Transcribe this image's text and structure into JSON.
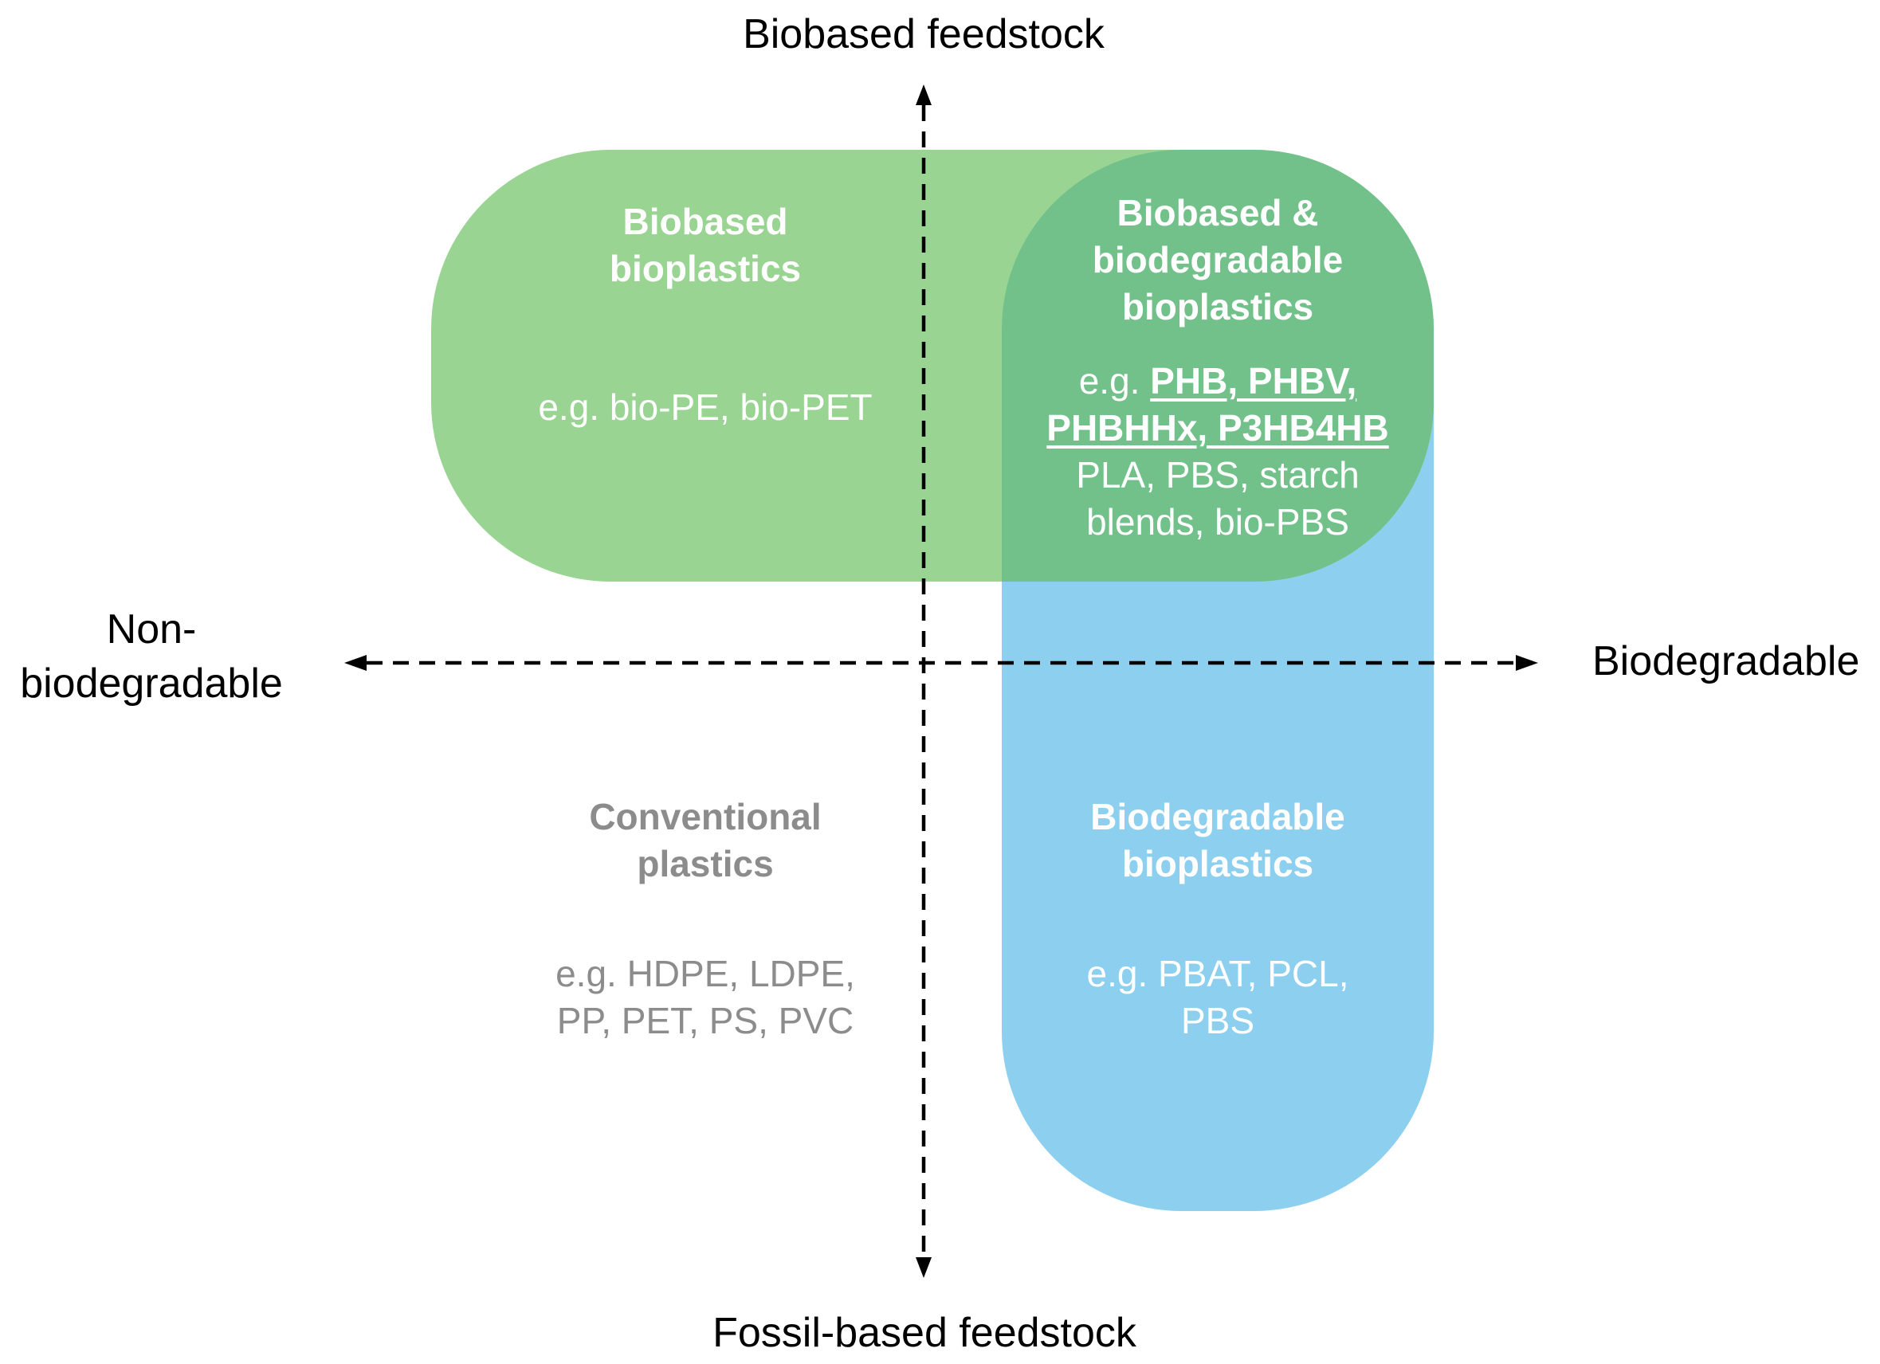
{
  "axes": {
    "top_label": "Biobased feedstock",
    "bottom_label": "Fossil-based feedstock",
    "left_label_line1": "Non-",
    "left_label_line2": "biodegradable",
    "right_label": "Biodegradable"
  },
  "regions": {
    "biobased": {
      "title_line1": "Biobased",
      "title_line2": "bioplastics",
      "examples": "e.g. bio-PE, bio-PET",
      "color": "#9ad493"
    },
    "biobased_biodegradable": {
      "title_line1": "Biobased &",
      "title_line2": "biodegradable",
      "title_line3": "bioplastics",
      "examples_prefix": "e.g. ",
      "examples_highlight_line1": "PHB, PHBV,",
      "examples_highlight_line2": "PHBHHx, P3HB4HB",
      "examples_line3": "PLA, PBS, starch",
      "examples_line4": "blends, bio-PBS",
      "color": "#72c18b"
    },
    "conventional": {
      "title_line1": "Conventional",
      "title_line2": "plastics",
      "examples_line1": "e.g. HDPE, LDPE,",
      "examples_line2": "PP, PET, PS, PVC",
      "color": "#8c8c8c"
    },
    "biodegradable": {
      "title_line1": "Biodegradable",
      "title_line2": "bioplastics",
      "examples_line1": "e.g. PBAT, PCL,",
      "examples_line2": "PBS",
      "color": "#8dcfee"
    }
  }
}
